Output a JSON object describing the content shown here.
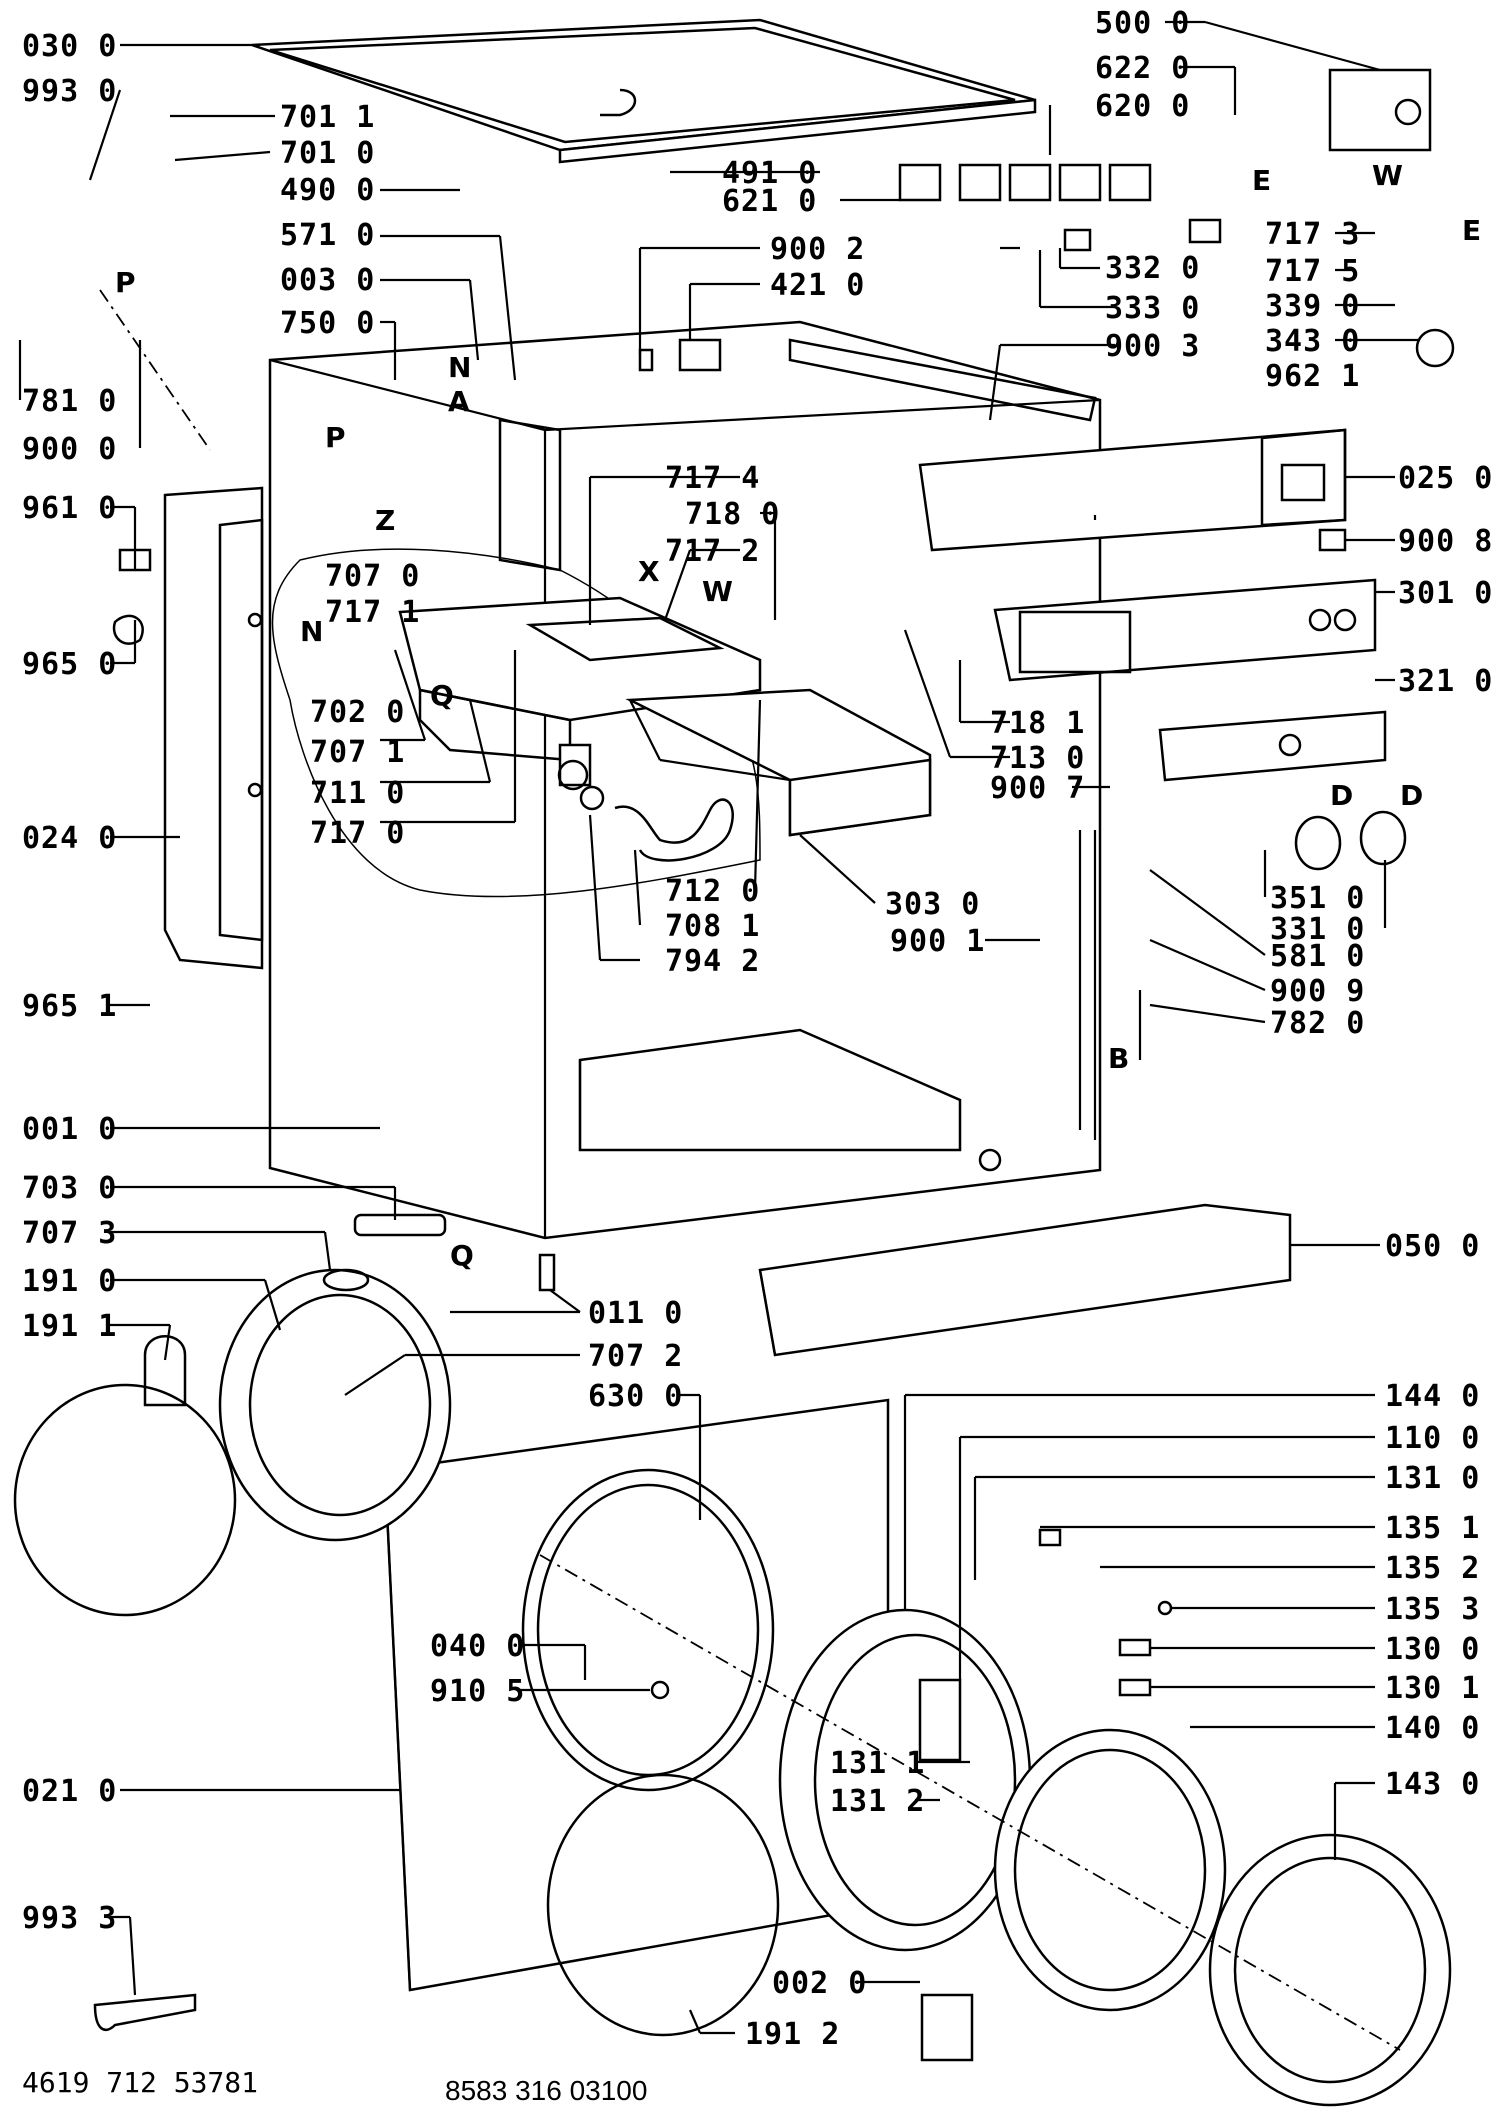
{
  "labels": {
    "l030_0": "030 0",
    "l993_0": "993 0",
    "l701_1": "701 1",
    "l701_0": "701 0",
    "l490_0": "490 0",
    "l571_0": "571 0",
    "l003_0": "003 0",
    "l750_0": "750 0",
    "l781_0": "781 0",
    "l900_0": "900 0",
    "l961_0": "961 0",
    "l965_0": "965 0",
    "l707_0": "707 0",
    "l717_1": "717 1",
    "l702_0": "702 0",
    "l707_1": "707 1",
    "l711_0": "711 0",
    "l717_0": "717 0",
    "l024_0": "024 0",
    "l965_1": "965 1",
    "l001_0": "001 0",
    "l703_0": "703 0",
    "l707_3": "707 3",
    "l191_0": "191 0",
    "l191_1": "191 1",
    "l011_0": "011 0",
    "l707_2": "707 2",
    "l630_0": "630 0",
    "l040_0": "040 0",
    "l910_5": "910 5",
    "l021_0": "021 0",
    "l993_3": "993 3",
    "l002_0": "002 0",
    "l191_2": "191 2",
    "l500_0": "500 0",
    "l622_0": "622 0",
    "l620_0": "620 0",
    "l491_0": "491 0",
    "l621_0": "621 0",
    "l900_2": "900 2",
    "l421_0": "421 0",
    "l332_0": "332 0",
    "l333_0": "333 0",
    "l717_3": "717 3",
    "l717_5": "717 5",
    "l339_0": "339 0",
    "l343_0": "343 0",
    "l900_3": "900 3",
    "l962_1": "962 1",
    "l025_0": "025 0",
    "l900_8": "900 8",
    "l301_0": "301 0",
    "l321_0": "321 0",
    "l717_4": "717 4",
    "l718_0": "718 0",
    "l717_2": "717 2",
    "l718_1": "718 1",
    "l713_0": "713 0",
    "l900_7": "900 7",
    "l351_0": "351 0",
    "l331_0": "331 0",
    "l581_0": "581 0",
    "l900_9": "900 9",
    "l782_0": "782 0",
    "l712_0": "712 0",
    "l708_1": "708 1",
    "l794_2": "794 2",
    "l303_0": "303 0",
    "l900_1": "900 1",
    "l050_0": "050 0",
    "l144_0": "144 0",
    "l110_0": "110 0",
    "l131_0": "131 0",
    "l135_1": "135 1",
    "l135_2": "135 2",
    "l135_3": "135 3",
    "l130_0": "130 0",
    "l130_1": "130 1",
    "l140_0": "140 0",
    "l143_0": "143 0",
    "l131_1": "131 1",
    "l131_2": "131 2"
  },
  "letters": {
    "p_left": "P",
    "p_mid": "P",
    "n_mid": "N",
    "a_mid": "A",
    "z_mid": "Z",
    "n_left": "N",
    "q_left": "Q",
    "q_low": "Q",
    "x_mid": "X",
    "w_mid": "W",
    "w_right": "W",
    "e_right1": "E",
    "e_right2": "E",
    "d_right1": "D",
    "d_right2": "D",
    "b_right": "B"
  },
  "footer": {
    "code_left": "4619 712 53781",
    "code_right": "8583 316 03100"
  }
}
